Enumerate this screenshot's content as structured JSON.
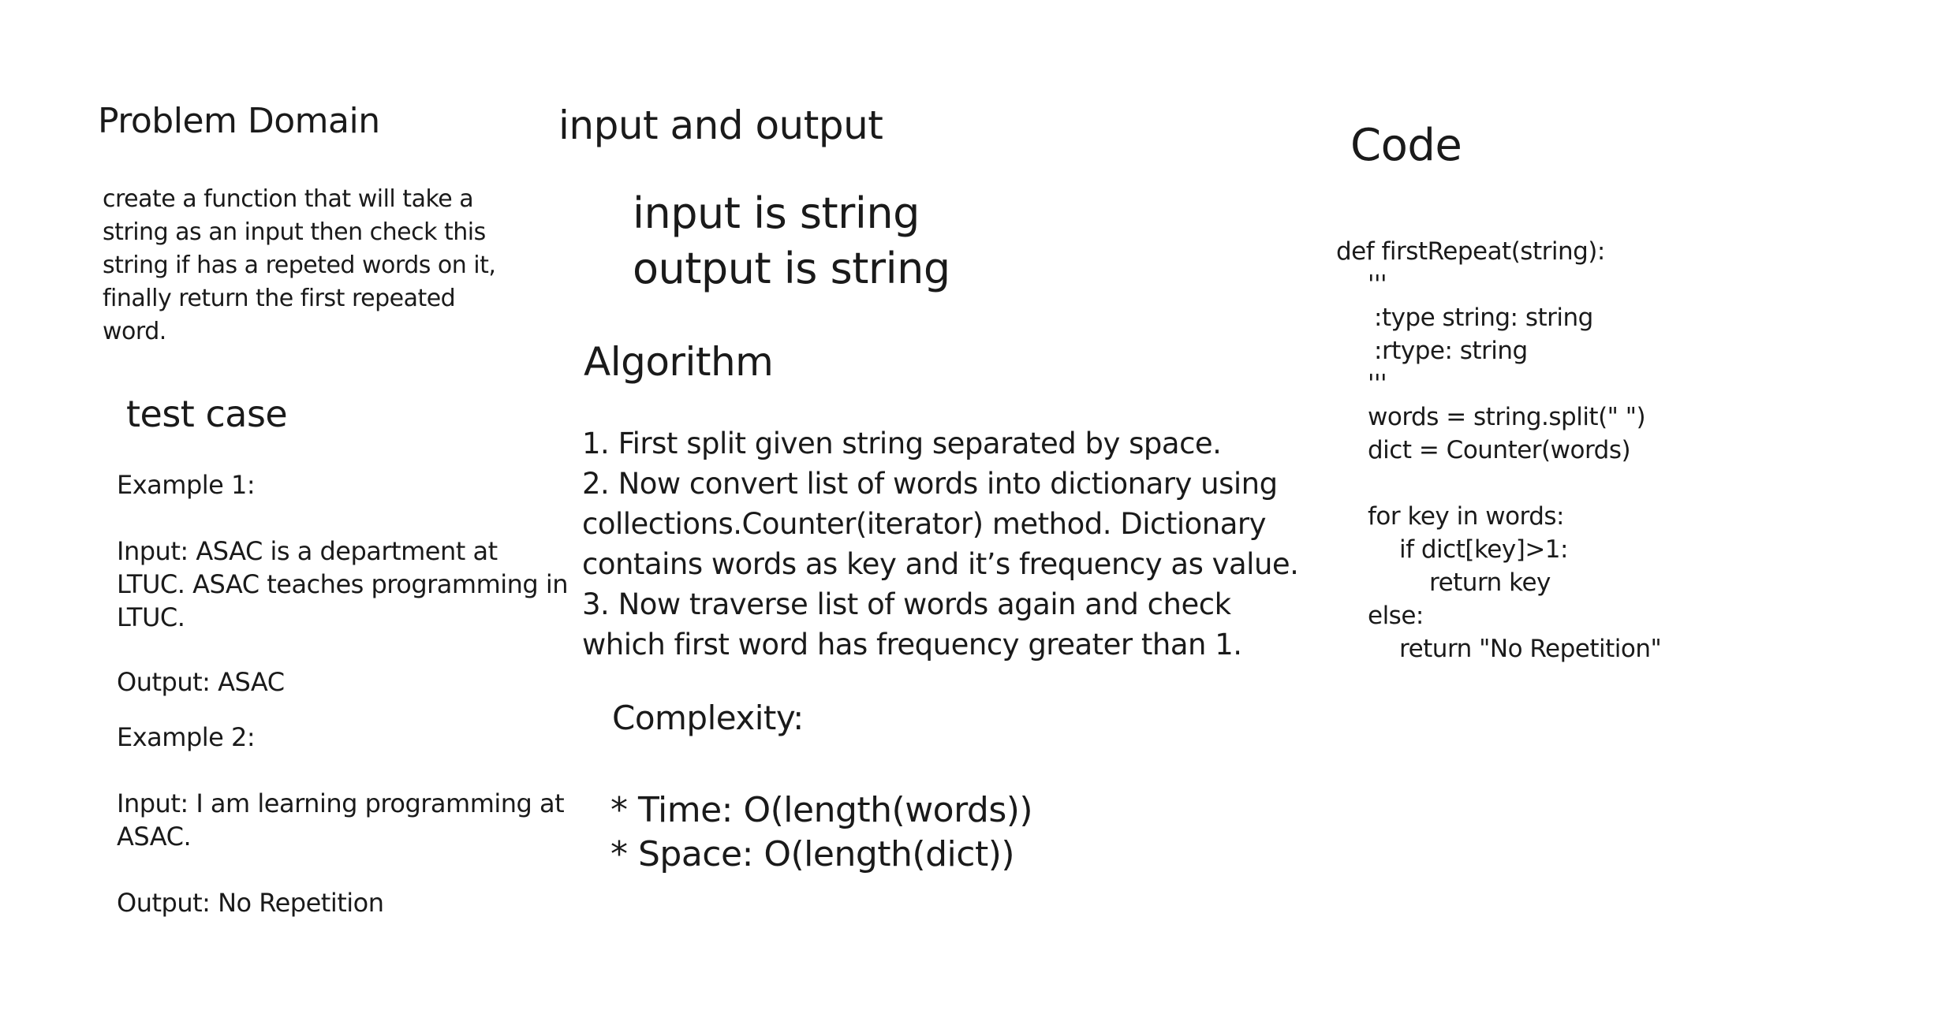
{
  "problem_domain": {
    "heading": "Problem Domain",
    "lines": [
      "create a function that will take a",
      "string as an input then check this",
      "string if has a repeted words on it,",
      "finally return the first repeated",
      "word."
    ]
  },
  "input_output": {
    "heading": "input and output",
    "lines": [
      "input is string",
      "output is string"
    ]
  },
  "algorithm": {
    "heading": "Algorithm",
    "lines": [
      "1. First split given string separated by space.",
      "2. Now convert list of words into dictionary using",
      "collections.Counter(iterator) method. Dictionary",
      "contains words as key and it’s frequency as value.",
      "3. Now traverse list of words again and check",
      "which first word has frequency greater than 1."
    ]
  },
  "complexity": {
    "heading": "Complexity:",
    "lines": [
      "* Time: O(length(words))",
      "* Space: O(length(dict))"
    ]
  },
  "test_case": {
    "heading": "test case",
    "example1": {
      "title": "Example 1:",
      "input_lines": [
        "Input: ASAC is a department at",
        "LTUC. ASAC teaches programming in",
        "LTUC."
      ],
      "output": "Output: ASAC"
    },
    "example2": {
      "title": "Example 2:",
      "input_lines": [
        "Input: I am learning programming at",
        "ASAC."
      ],
      "output": "Output: No Repetition"
    }
  },
  "code": {
    "heading": "Code",
    "lines": [
      "def firstRepeat(string):",
      "'''",
      ":type string: string",
      ":rtype: string",
      "'''",
      "words = string.split(\" \")",
      "dict = Counter(words)",
      "",
      "for key in words:",
      "if dict[key]>1:",
      "return key",
      "else:",
      "return \"No Repetition\""
    ]
  }
}
